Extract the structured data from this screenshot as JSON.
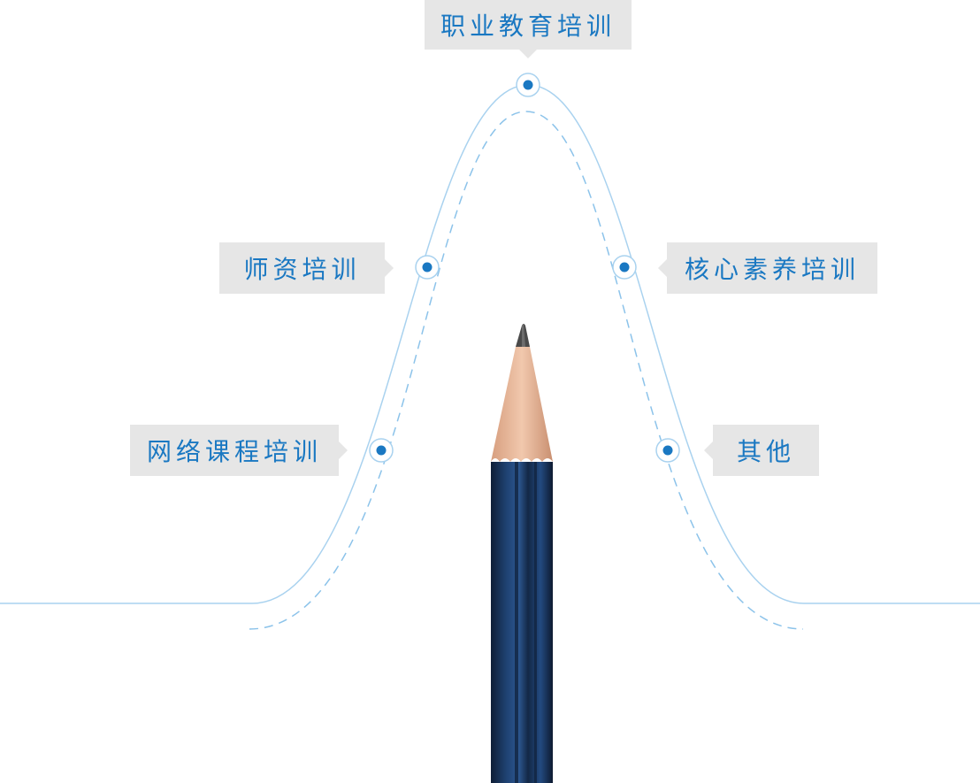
{
  "diagram": {
    "accent_color": "#1a78c2",
    "line_color": "#a9d2ef",
    "dashed_line_color": "#8cc3ea",
    "label_background": "#e6e6e6",
    "categories": {
      "top": "职业教育培训",
      "middle_left": "师资培训",
      "middle_right": "核心素养培训",
      "lower_left": "网络课程培训",
      "lower_right": "其他"
    },
    "illustration": {
      "object": "pencil",
      "body_color": "#1c3a63",
      "wood_color": "#e7b89a",
      "graphite_color": "#4a4a4a"
    }
  }
}
